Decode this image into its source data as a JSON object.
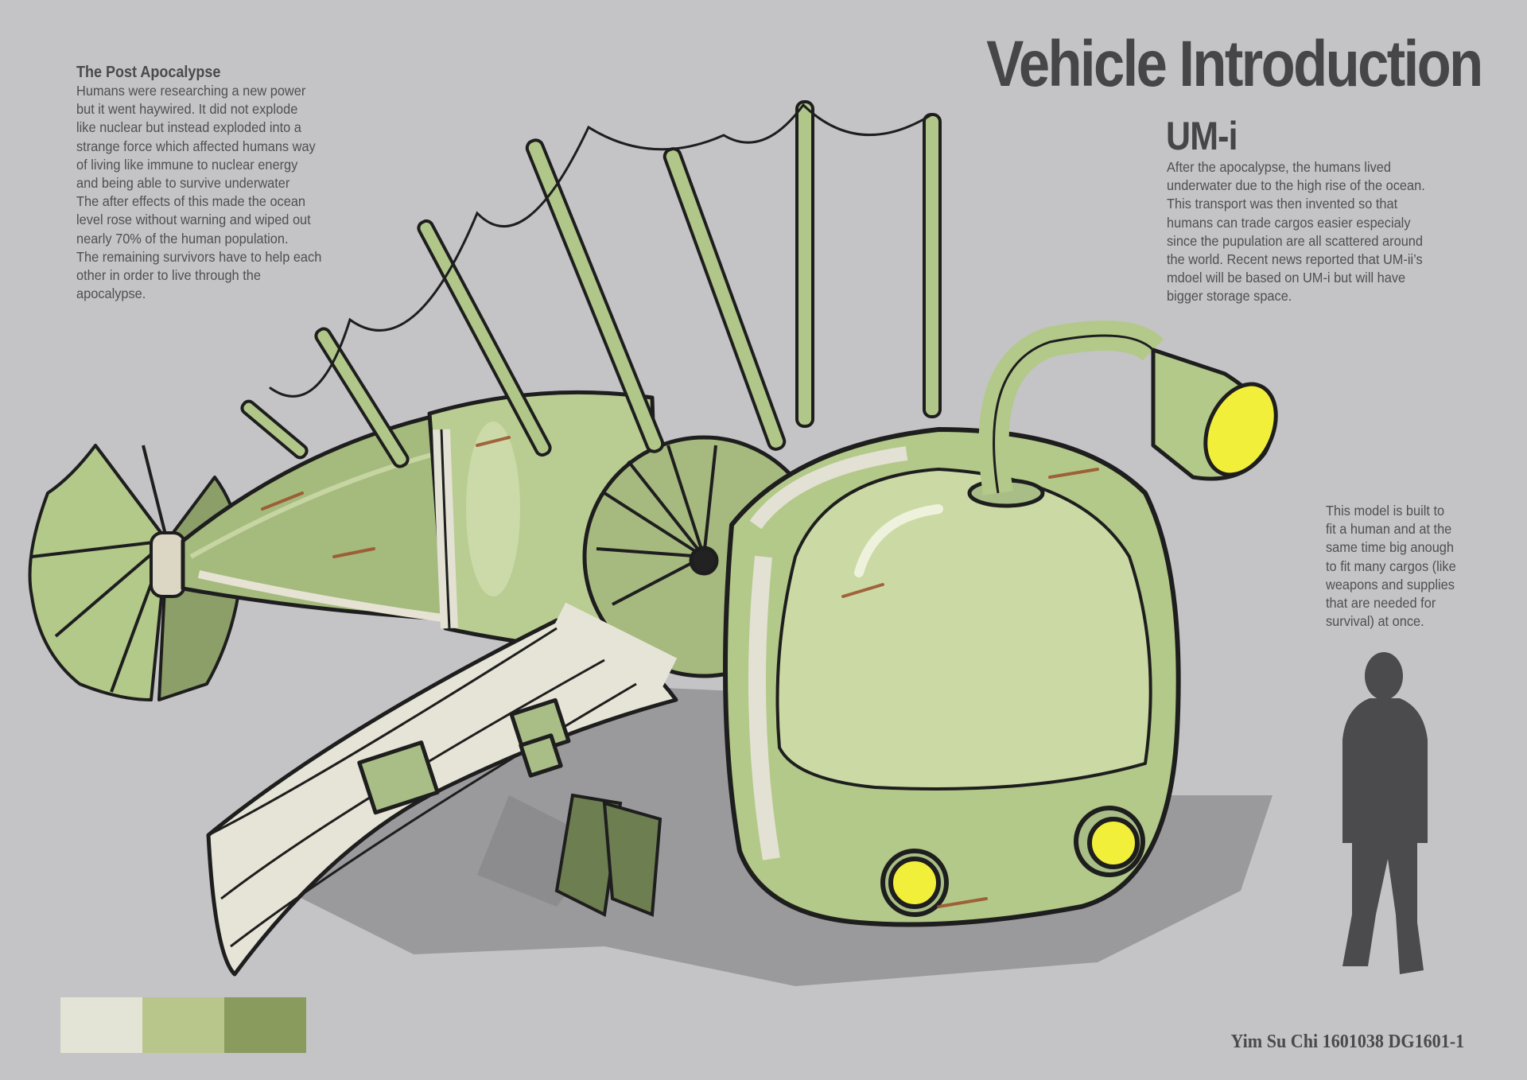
{
  "title": "Vehicle Introduction",
  "intro": {
    "heading": "The Post Apocalypse",
    "lines": [
      "Humans were researching a new power",
      "but it went haywired. It did not explode",
      "like nuclear but instead exploded into a",
      "strange force which affected humans way",
      "of living like immune to nuclear energy",
      "and being able to survive underwater",
      "The after effects of this made the ocean",
      "level rose without warning and wiped out",
      "nearly 70% of the human population.",
      "The remaining survivors have to help each",
      "other in order to live through the",
      "apocalypse."
    ]
  },
  "model": {
    "name": "UM-i",
    "lines": [
      "After the apocalypse, the humans lived",
      "underwater due to the high rise of the ocean.",
      "This transport was then invented so that",
      "humans can trade cargos easier especialy",
      "since the pupulation are all scattered around",
      "the world. Recent news reported that UM-ii’s",
      "mdoel will be based on UM-i but will have",
      "bigger storage space."
    ]
  },
  "scale_note": {
    "lines": [
      "This model is built to",
      "fit a human and at the",
      "same time big anough",
      "to fit many cargos (like",
      "weapons and supplies",
      "that are needed for",
      "survival) at once."
    ]
  },
  "signature": "Yim Su Chi 1601038 DG1601-1",
  "palette": [
    "#e3e4d6",
    "#b8c68c",
    "#8a9b5e"
  ],
  "colors": {
    "background": "#c4c4c6",
    "hull": "#b4c98a",
    "hull_light": "#cfdba8",
    "hull_dark": "#8ea265",
    "band": "#e3e1d3",
    "rust": "#9a4f2a",
    "lamp": "#f2ef3a",
    "shadow": "#8e8e90",
    "human": "#4b4b4d"
  }
}
